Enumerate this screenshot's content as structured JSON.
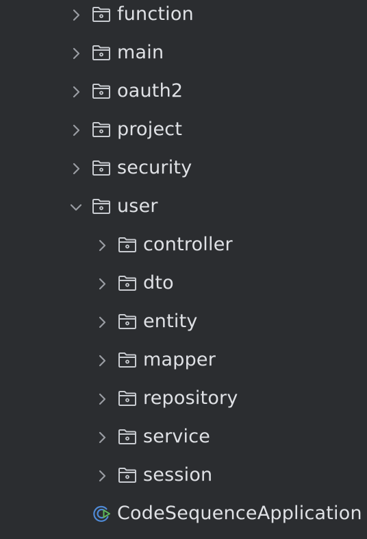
{
  "colors": {
    "background": "#2b2d30",
    "text": "#dfe1e5",
    "chevron": "#9a9da3",
    "folder_stroke": "#c9ccd1",
    "class_icon": "#4f8ad6",
    "run_badge": "#5fb85a"
  },
  "tree": {
    "items": [
      {
        "label": "function",
        "depth": 0,
        "expanded": false,
        "icon": "folder-icon"
      },
      {
        "label": "main",
        "depth": 0,
        "expanded": false,
        "icon": "folder-icon"
      },
      {
        "label": "oauth2",
        "depth": 0,
        "expanded": false,
        "icon": "folder-icon"
      },
      {
        "label": "project",
        "depth": 0,
        "expanded": false,
        "icon": "folder-icon"
      },
      {
        "label": "security",
        "depth": 0,
        "expanded": false,
        "icon": "folder-icon"
      },
      {
        "label": "user",
        "depth": 0,
        "expanded": true,
        "icon": "folder-icon"
      },
      {
        "label": "controller",
        "depth": 1,
        "expanded": false,
        "icon": "folder-icon"
      },
      {
        "label": "dto",
        "depth": 1,
        "expanded": false,
        "icon": "folder-icon"
      },
      {
        "label": "entity",
        "depth": 1,
        "expanded": false,
        "icon": "folder-icon"
      },
      {
        "label": "mapper",
        "depth": 1,
        "expanded": false,
        "icon": "folder-icon"
      },
      {
        "label": "repository",
        "depth": 1,
        "expanded": false,
        "icon": "folder-icon"
      },
      {
        "label": "service",
        "depth": 1,
        "expanded": false,
        "icon": "folder-icon"
      },
      {
        "label": "session",
        "depth": 1,
        "expanded": false,
        "icon": "folder-icon"
      },
      {
        "label": "CodeSequenceApplication",
        "depth": 0,
        "expanded": null,
        "icon": "spring-boot-class-icon"
      }
    ]
  }
}
